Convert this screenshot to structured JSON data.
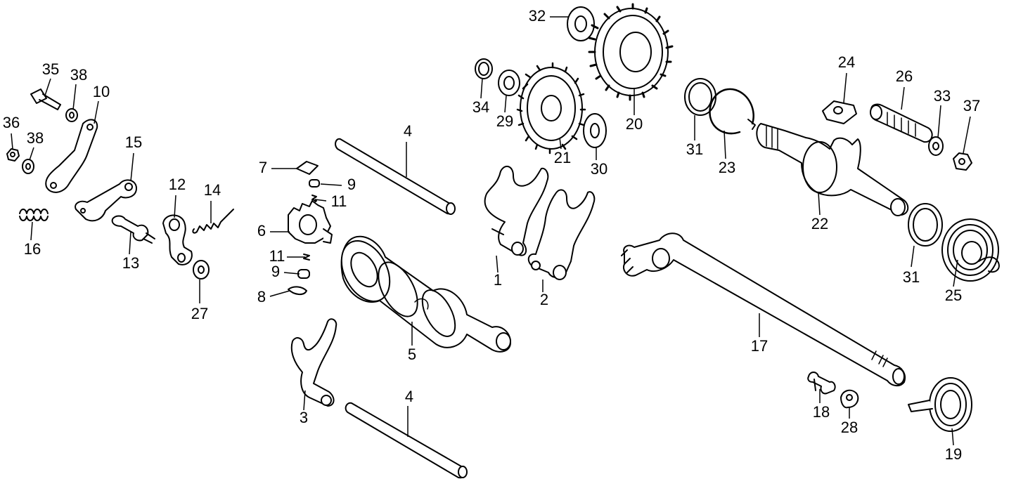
{
  "colors": {
    "ink": "#000000",
    "paper": "#ffffff",
    "shade": "#cfcfcf"
  },
  "callouts": [
    {
      "id": "c1",
      "label": "1"
    },
    {
      "id": "c2",
      "label": "2"
    },
    {
      "id": "c3",
      "label": "3"
    },
    {
      "id": "c4a",
      "label": "4"
    },
    {
      "id": "c4b",
      "label": "4"
    },
    {
      "id": "c5",
      "label": "5"
    },
    {
      "id": "c6",
      "label": "6"
    },
    {
      "id": "c7",
      "label": "7"
    },
    {
      "id": "c8",
      "label": "8"
    },
    {
      "id": "c9a",
      "label": "9"
    },
    {
      "id": "c9b",
      "label": "9"
    },
    {
      "id": "c10",
      "label": "10"
    },
    {
      "id": "c11a",
      "label": "11"
    },
    {
      "id": "c11b",
      "label": "11"
    },
    {
      "id": "c12",
      "label": "12"
    },
    {
      "id": "c13",
      "label": "13"
    },
    {
      "id": "c14",
      "label": "14"
    },
    {
      "id": "c15",
      "label": "15"
    },
    {
      "id": "c16",
      "label": "16"
    },
    {
      "id": "c17",
      "label": "17"
    },
    {
      "id": "c18",
      "label": "18"
    },
    {
      "id": "c19",
      "label": "19"
    },
    {
      "id": "c20",
      "label": "20"
    },
    {
      "id": "c21",
      "label": "21"
    },
    {
      "id": "c22",
      "label": "22"
    },
    {
      "id": "c23",
      "label": "23"
    },
    {
      "id": "c24",
      "label": "24"
    },
    {
      "id": "c25",
      "label": "25"
    },
    {
      "id": "c26",
      "label": "26"
    },
    {
      "id": "c27",
      "label": "27"
    },
    {
      "id": "c28",
      "label": "28"
    },
    {
      "id": "c29",
      "label": "29"
    },
    {
      "id": "c30",
      "label": "30"
    },
    {
      "id": "c31a",
      "label": "31"
    },
    {
      "id": "c31b",
      "label": "31"
    },
    {
      "id": "c32",
      "label": "32"
    },
    {
      "id": "c33",
      "label": "33"
    },
    {
      "id": "c34",
      "label": "34"
    },
    {
      "id": "c35",
      "label": "35"
    },
    {
      "id": "c36",
      "label": "36"
    },
    {
      "id": "c37",
      "label": "37"
    },
    {
      "id": "c38a",
      "label": "38"
    },
    {
      "id": "c38b",
      "label": "38"
    }
  ]
}
